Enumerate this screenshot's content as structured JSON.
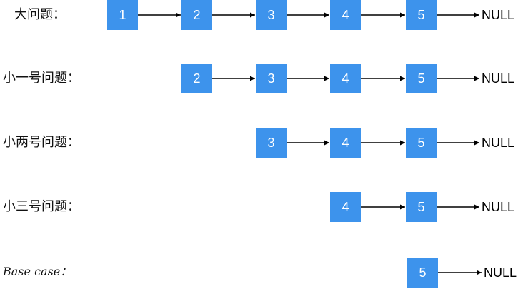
{
  "null_text": "NULL",
  "rows": [
    {
      "label": "大问题：",
      "nodes": [
        "1",
        "2",
        "3",
        "4",
        "5"
      ]
    },
    {
      "label": "小一号问题：",
      "nodes": [
        "2",
        "3",
        "4",
        "5"
      ]
    },
    {
      "label": "小两号问题：",
      "nodes": [
        "3",
        "4",
        "5"
      ]
    },
    {
      "label": "小三号问题：",
      "nodes": [
        "4",
        "5"
      ]
    },
    {
      "label": "Base case：",
      "nodes": [
        "5"
      ]
    }
  ],
  "colors": {
    "node_fill": "#3d93ec",
    "node_text": "#ffffff",
    "arrow": "#000000"
  }
}
